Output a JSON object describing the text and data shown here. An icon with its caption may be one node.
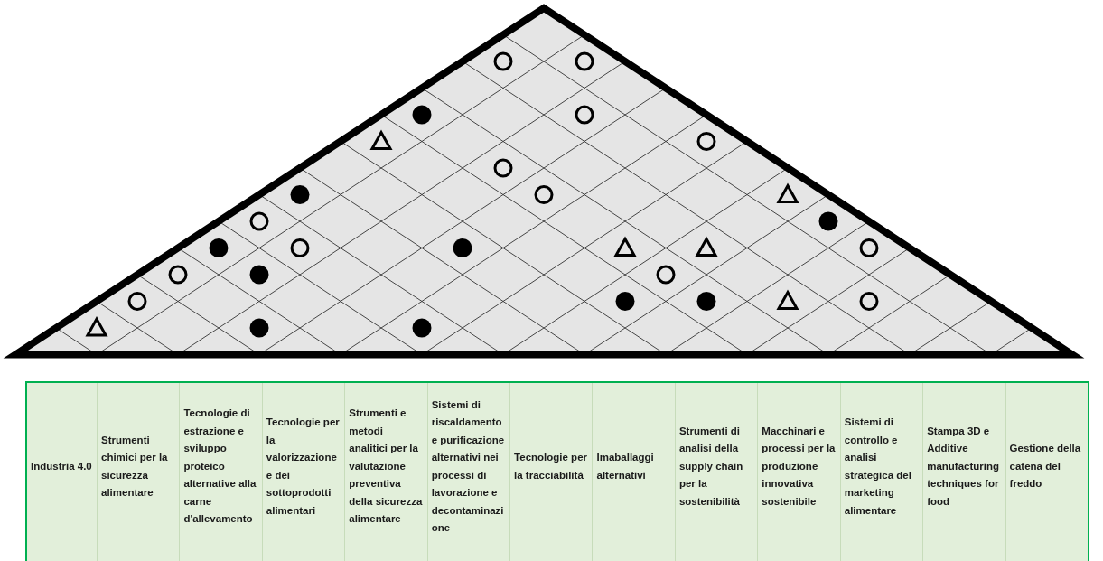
{
  "diagram": {
    "nodes": [
      {
        "text": [
          "Industria 4.0"
        ]
      },
      {
        "text": [
          "Strumenti chimici per la sicurezza alimentare"
        ]
      },
      {
        "text": [
          "Tecnologie di estrazione e sviluppo proteico alternative alla carne d'allevamento"
        ]
      },
      {
        "text": [
          "Tecnologie per la valorizzazione e dei sottoprodotti alimentari"
        ]
      },
      {
        "text": [
          "Strumenti e metodi analitici per la valutazione preventiva della sicurezza alimentare"
        ]
      },
      {
        "text": [
          "Sistemi di riscaldamento e purificazione alternativi nei processi di lavorazione e decontaminazione"
        ]
      },
      {
        "text": [
          "Tecnologie per la tracciabilità"
        ]
      },
      {
        "text": [
          "Imaballaggi alternativi"
        ]
      },
      {
        "text": [
          "Strumenti di analisi della supply chain per la sostenibilità"
        ]
      },
      {
        "text": [
          "Macchinari e processi per la produzione innovativa sostenibile"
        ]
      },
      {
        "text": [
          "Sistemi di controllo e analisi strategica del marketing alimentare"
        ]
      },
      {
        "text": [
          "Stampa 3D e Additive manufacturing techniques for food"
        ]
      },
      {
        "text": [
          "Gestione della catena del freddo"
        ]
      }
    ]
  }
}
